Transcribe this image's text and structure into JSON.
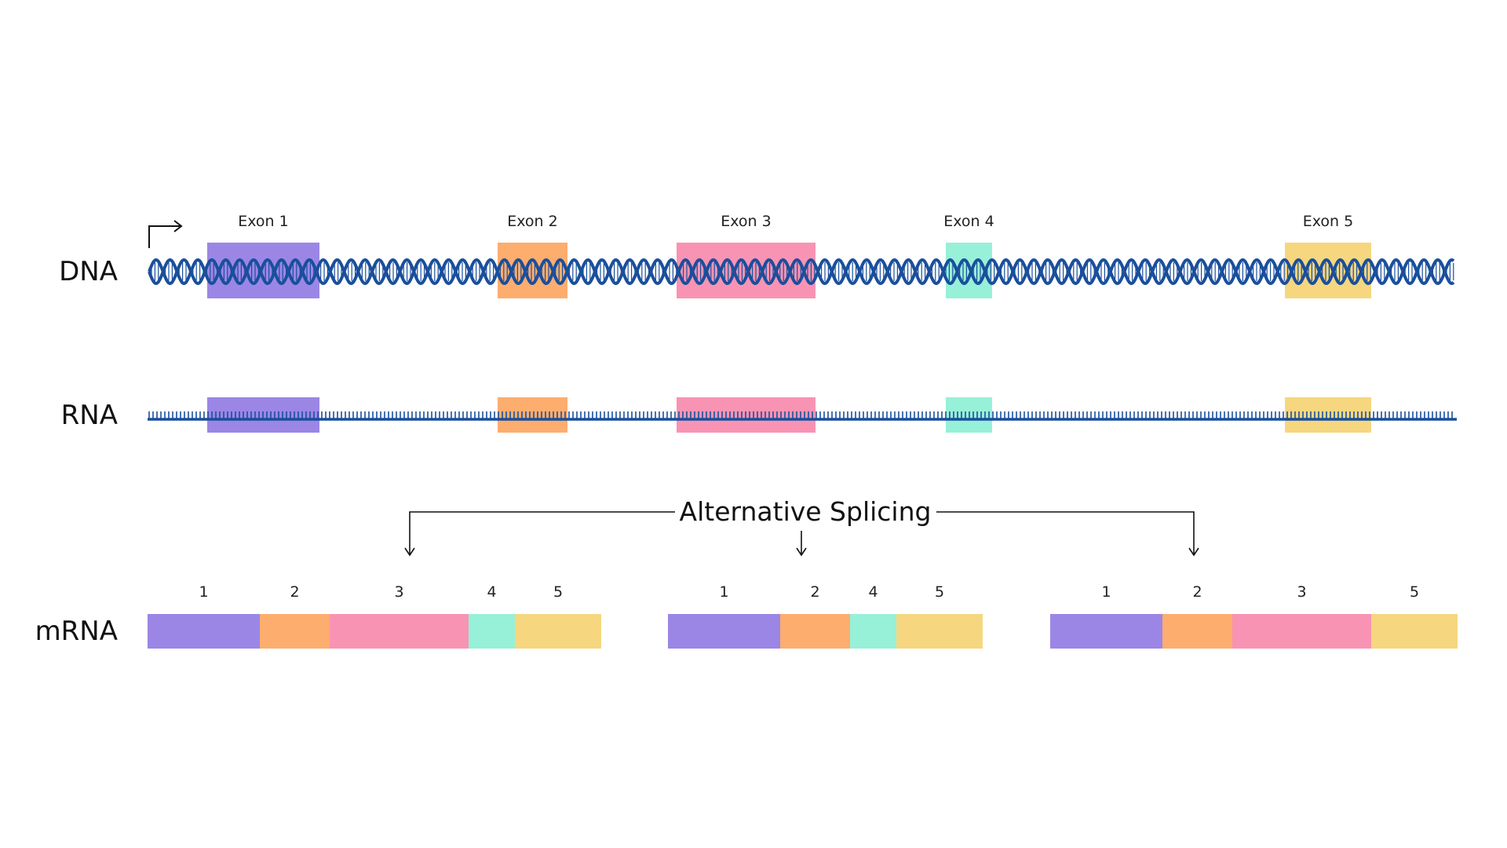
{
  "labels": {
    "dna": "DNA",
    "rna": "RNA",
    "mrna": "mRNA",
    "alternative_splicing": "Alternative Splicing"
  },
  "colors": {
    "strand": "#1a4f9c",
    "exon1": "#9b86e6",
    "exon2": "#fdad6e",
    "exon3": "#f993b3",
    "exon4": "#97f0d8",
    "exon5": "#f6d77f"
  },
  "exons": [
    {
      "id": "exon1",
      "label": "Exon 1"
    },
    {
      "id": "exon2",
      "label": "Exon 2"
    },
    {
      "id": "exon3",
      "label": "Exon 3"
    },
    {
      "id": "exon4",
      "label": "Exon 4"
    },
    {
      "id": "exon5",
      "label": "Exon 5"
    }
  ],
  "isoforms": [
    {
      "segments": [
        {
          "exon": "exon1",
          "label": "1"
        },
        {
          "exon": "exon2",
          "label": "2"
        },
        {
          "exon": "exon3",
          "label": "3"
        },
        {
          "exon": "exon4",
          "label": "4"
        },
        {
          "exon": "exon5",
          "label": "5"
        }
      ]
    },
    {
      "segments": [
        {
          "exon": "exon1",
          "label": "1"
        },
        {
          "exon": "exon2",
          "label": "2"
        },
        {
          "exon": "exon4",
          "label": "4"
        },
        {
          "exon": "exon5",
          "label": "5"
        }
      ]
    },
    {
      "segments": [
        {
          "exon": "exon1",
          "label": "1"
        },
        {
          "exon": "exon2",
          "label": "2"
        },
        {
          "exon": "exon3",
          "label": "3"
        },
        {
          "exon": "exon5",
          "label": "5"
        }
      ]
    }
  ]
}
